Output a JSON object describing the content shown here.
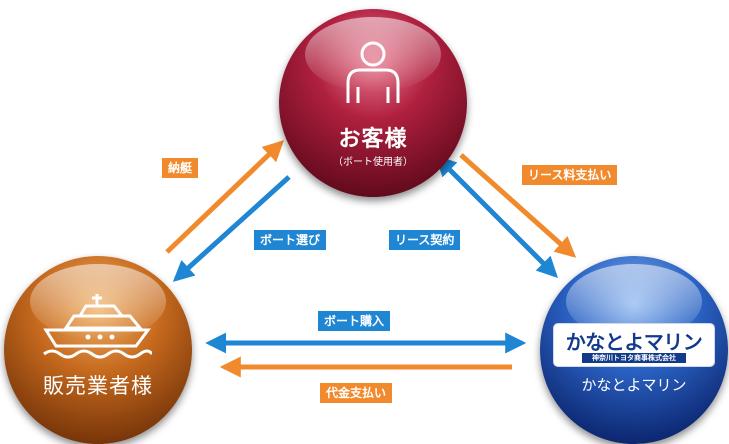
{
  "nodes": {
    "customer": {
      "title": "お客様",
      "subtitle": "（ボート使用者）",
      "icon": "person-icon",
      "color": "#8b1530"
    },
    "dealer": {
      "title": "販売業者様",
      "icon": "yacht-icon",
      "color": "#a8561a"
    },
    "marine": {
      "logo_text": "かなとよマリン",
      "logo_subtext": "神奈川トヨタ商事株式会社",
      "name": "かなとよマリン",
      "color": "#1b3f9a"
    }
  },
  "flows": {
    "delivery": "納艇",
    "boat_choice": "ボート選び",
    "lease_contract": "リース契約",
    "lease_payment": "リース料支払い",
    "boat_purchase": "ボート購入",
    "payment": "代金支払い"
  },
  "colors": {
    "orange": "#f08a2c",
    "blue": "#1f86d4"
  }
}
